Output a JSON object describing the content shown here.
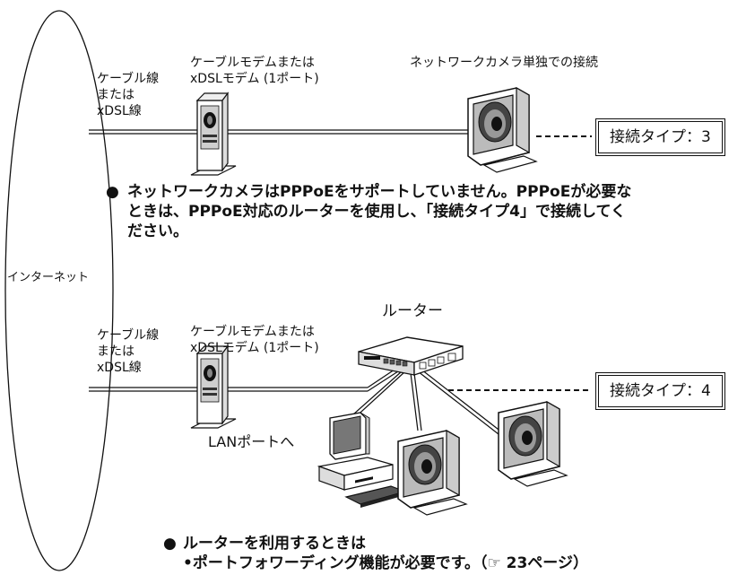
{
  "internet_label": "インターネット",
  "top": {
    "cable_label_1": "ケーブル線",
    "cable_label_2": "または",
    "cable_label_3": "xDSL線",
    "modem_label_1": "ケーブルモデムまたは",
    "modem_label_2": "xDSLモデム (1ポート)",
    "camera_title": "ネットワークカメラ単独での接続",
    "connection_type": "接続タイプ：3"
  },
  "note1": {
    "bullet": "●",
    "line1": "ネットワークカメラはPPPoEをサポートしていません。PPPoEが必要な",
    "line2": "ときは、PPPoE対応のルーターを使用し、「接続タイプ4」で接続してく",
    "line3": "ださい。"
  },
  "bottom": {
    "cable_label_1": "ケーブル線",
    "cable_label_2": "または",
    "cable_label_3": "xDSL線",
    "modem_label_1": "ケーブルモデムまたは",
    "modem_label_2": "xDSLモデム (1ポート)",
    "router_label": "ルーター",
    "lan_label": "LANポートへ",
    "connection_type": "接続タイプ：4"
  },
  "note2": {
    "bullet": "●",
    "line1": "ルーターを利用するときは",
    "line2": "•ポートフォワーディング機能が必要です。（☞ 23ページ）"
  }
}
